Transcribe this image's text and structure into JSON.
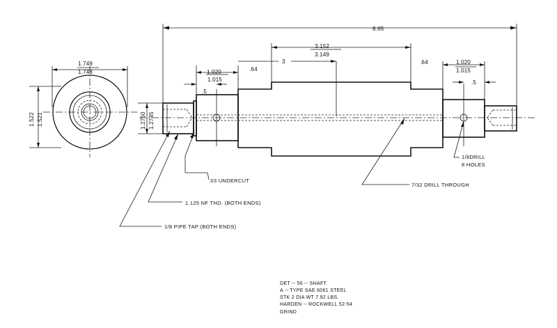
{
  "dimensions": {
    "overall_length": "8.65",
    "end_dia_upper": "1.749",
    "end_dia_lower": "1.748",
    "end_side_upper": "1.522",
    "end_side_lower": "1.521",
    "left_dia_upper": "1.2750",
    "left_dia_lower": "1.2745",
    "left_step_upper": "1.020",
    "left_step_lower": "1.015",
    "left_half": ".5",
    "left_shoulder": ".64",
    "center_upper": "3.152",
    "center_lower": "3.149",
    "center_three": "3",
    "right_shoulder": ".64",
    "right_step_upper": "1.020",
    "right_step_lower": "1.015",
    "right_half": ".5"
  },
  "notes": {
    "undercut": ".03 UNDERCUT",
    "thread": "1.125 NF THD. (BOTH ENDS)",
    "pipe_tap": "1/8 PIPE TAP (BOTH ENDS)",
    "drill_through": "7/32 DRILL THROUGH",
    "drill_holes_1": "1/8DRILL",
    "drill_holes_2": "8 HOLES"
  },
  "title_block": {
    "line1": "DET -- 56 -- SHAFT",
    "line2": "A -- TYPE SAE 6061 STEEL",
    "line3": "STK 2 DIA WT 7.92 LBS.",
    "line4": "HARDEN -- ROCKWELL 52-54",
    "line5": "GRIND"
  }
}
